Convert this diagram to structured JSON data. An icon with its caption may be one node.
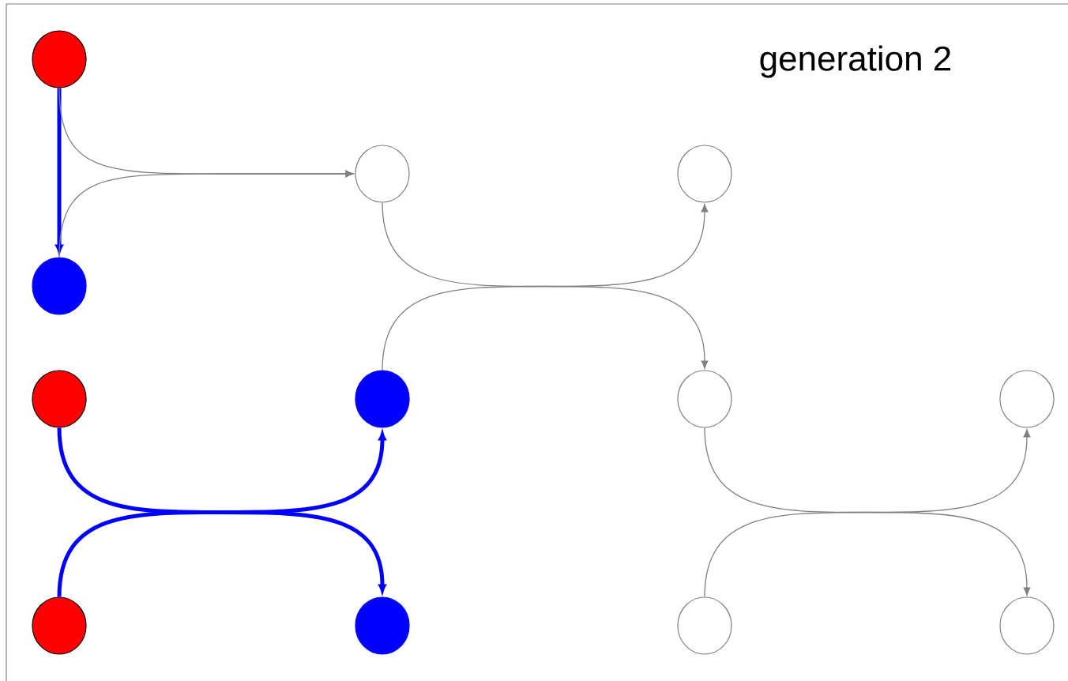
{
  "diagram": {
    "title": "generation 2",
    "nodes": [
      {
        "text": [],
        "shape": "circle"
      },
      {
        "text": [],
        "shape": "circle"
      },
      {
        "text": [],
        "shape": "circle"
      },
      {
        "text": [],
        "shape": "circle"
      },
      {
        "text": [],
        "shape": "circle"
      },
      {
        "text": [],
        "shape": "circle"
      },
      {
        "text": [],
        "shape": "circle"
      },
      {
        "text": [],
        "shape": "circle"
      },
      {
        "text": [],
        "shape": "circle"
      },
      {
        "text": [],
        "shape": "circle"
      },
      {
        "text": [],
        "shape": "circle"
      },
      {
        "text": [],
        "shape": "circle"
      }
    ],
    "edges": [
      {
        "from": 0,
        "to": 3,
        "arrow": "to",
        "style": "thick",
        "color": "#0000ff"
      },
      {
        "from": 0,
        "to": 1,
        "arrow": "to"
      },
      {
        "from": 3,
        "to": 1,
        "arrow": "to"
      },
      {
        "from": 1,
        "to": 6,
        "arrow": "to"
      },
      {
        "from": 5,
        "to": 2,
        "arrow": "to"
      },
      {
        "from": 4,
        "to": 9,
        "arrow": "to",
        "style": "thick",
        "color": "#0000ff"
      },
      {
        "from": 8,
        "to": 5,
        "arrow": "to",
        "style": "thick",
        "color": "#0000ff"
      },
      {
        "from": 6,
        "to": 11,
        "arrow": "to"
      },
      {
        "from": 10,
        "to": 7,
        "arrow": "to"
      }
    ]
  }
}
